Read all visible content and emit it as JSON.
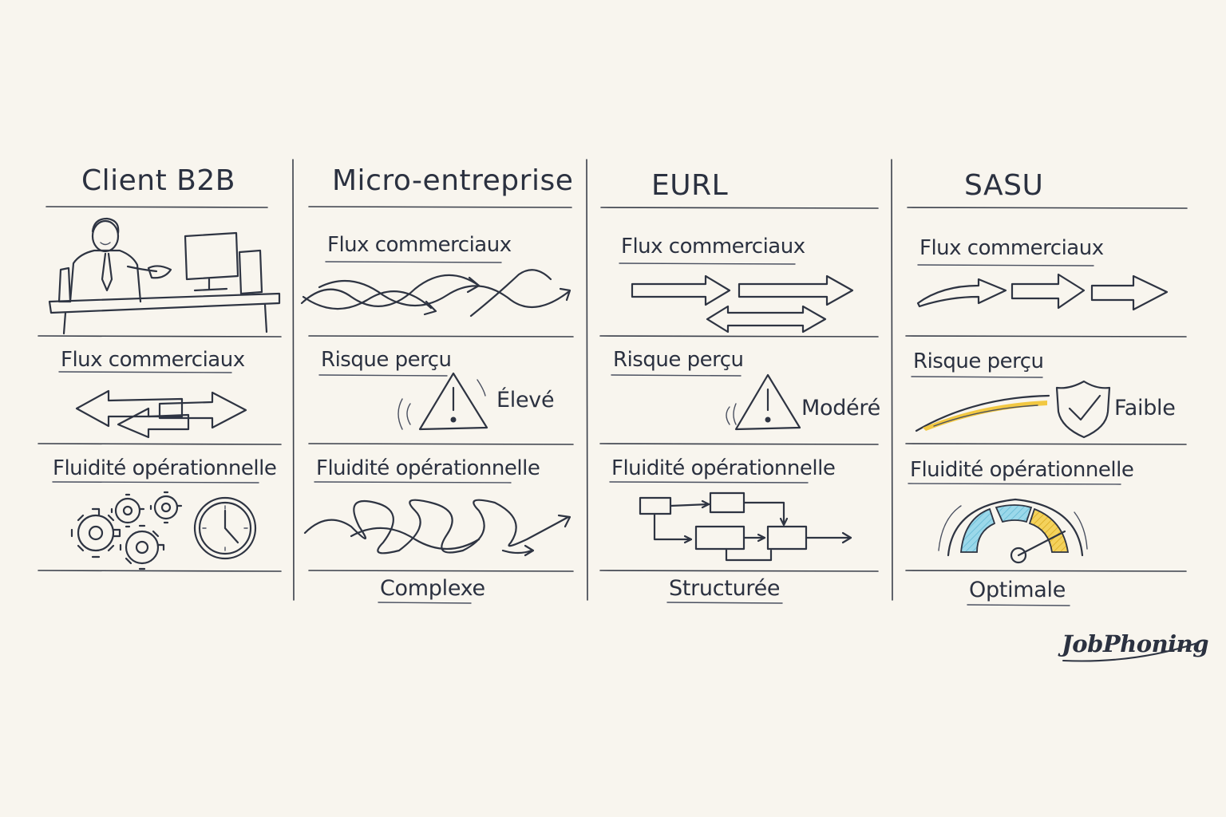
{
  "colors": {
    "ink": "#2e3442",
    "paper": "#f8f5ee",
    "blue": "#8fd3e6",
    "yellow": "#f2c842",
    "grey": "#c9cbcf"
  },
  "columns": [
    {
      "title": "Client B2B",
      "illustration": "business-handshake-desk-icon",
      "flux_label": "Flux commerciaux",
      "fluidite_label": "Fluidité opérationnelle",
      "fluidite_icon": "gears-clock-icon"
    },
    {
      "title": "Micro-entreprise",
      "flux_label": "Flux commerciaux",
      "flux_icon": "tangled-wavy-arrows-icon",
      "risk_label": "Risque perçu",
      "risk_icon": "warning-triangle-icon",
      "risk_value": "Élevé",
      "fluidite_label": "Fluidité opérationnelle",
      "fluidite_icon": "scribble-arrow-icon",
      "fluidite_value": "Complexe"
    },
    {
      "title": "EURL",
      "flux_label": "Flux commerciaux",
      "flux_icon": "straight-arrows-icon",
      "risk_label": "Risque perçu",
      "risk_icon": "warning-triangle-icon",
      "risk_value": "Modéré",
      "fluidite_label": "Fluidité opérationnelle",
      "fluidite_icon": "flowchart-icon",
      "fluidite_value": "Structurée"
    },
    {
      "title": "SASU",
      "flux_label": "Flux commerciaux",
      "flux_icon": "smooth-arrows-icon",
      "risk_label": "Risque perçu",
      "risk_icon": "shield-check-icon",
      "risk_value": "Faible",
      "fluidite_label": "Fluidité opérationnelle",
      "fluidite_icon": "speedometer-gauge-icon",
      "fluidite_value": "Optimale"
    }
  ],
  "brand": "JobPhoning"
}
